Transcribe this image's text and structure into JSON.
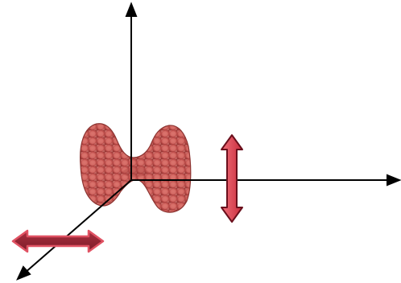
{
  "diagram": {
    "subject": "thyroid-gland-illustration",
    "axes": [
      {
        "name": "vertical-axis",
        "arrowhead": "up"
      },
      {
        "name": "horizontal-axis",
        "arrowhead": "right"
      },
      {
        "name": "depth-axis",
        "arrowhead": "down-left"
      }
    ],
    "motion_indicators": [
      {
        "name": "vertical-double-arrow",
        "direction": "up-down"
      },
      {
        "name": "horizontal-double-arrow",
        "direction": "left-right"
      }
    ],
    "colors": {
      "axis": "#000000",
      "arrow_fill": "#d9384a",
      "arrow_dark": "#8a1f2b",
      "arrow_outline": "#6a0f1c",
      "gland_base": "#c2524f",
      "gland_dark": "#9b3836",
      "gland_light": "#de7b74"
    }
  }
}
